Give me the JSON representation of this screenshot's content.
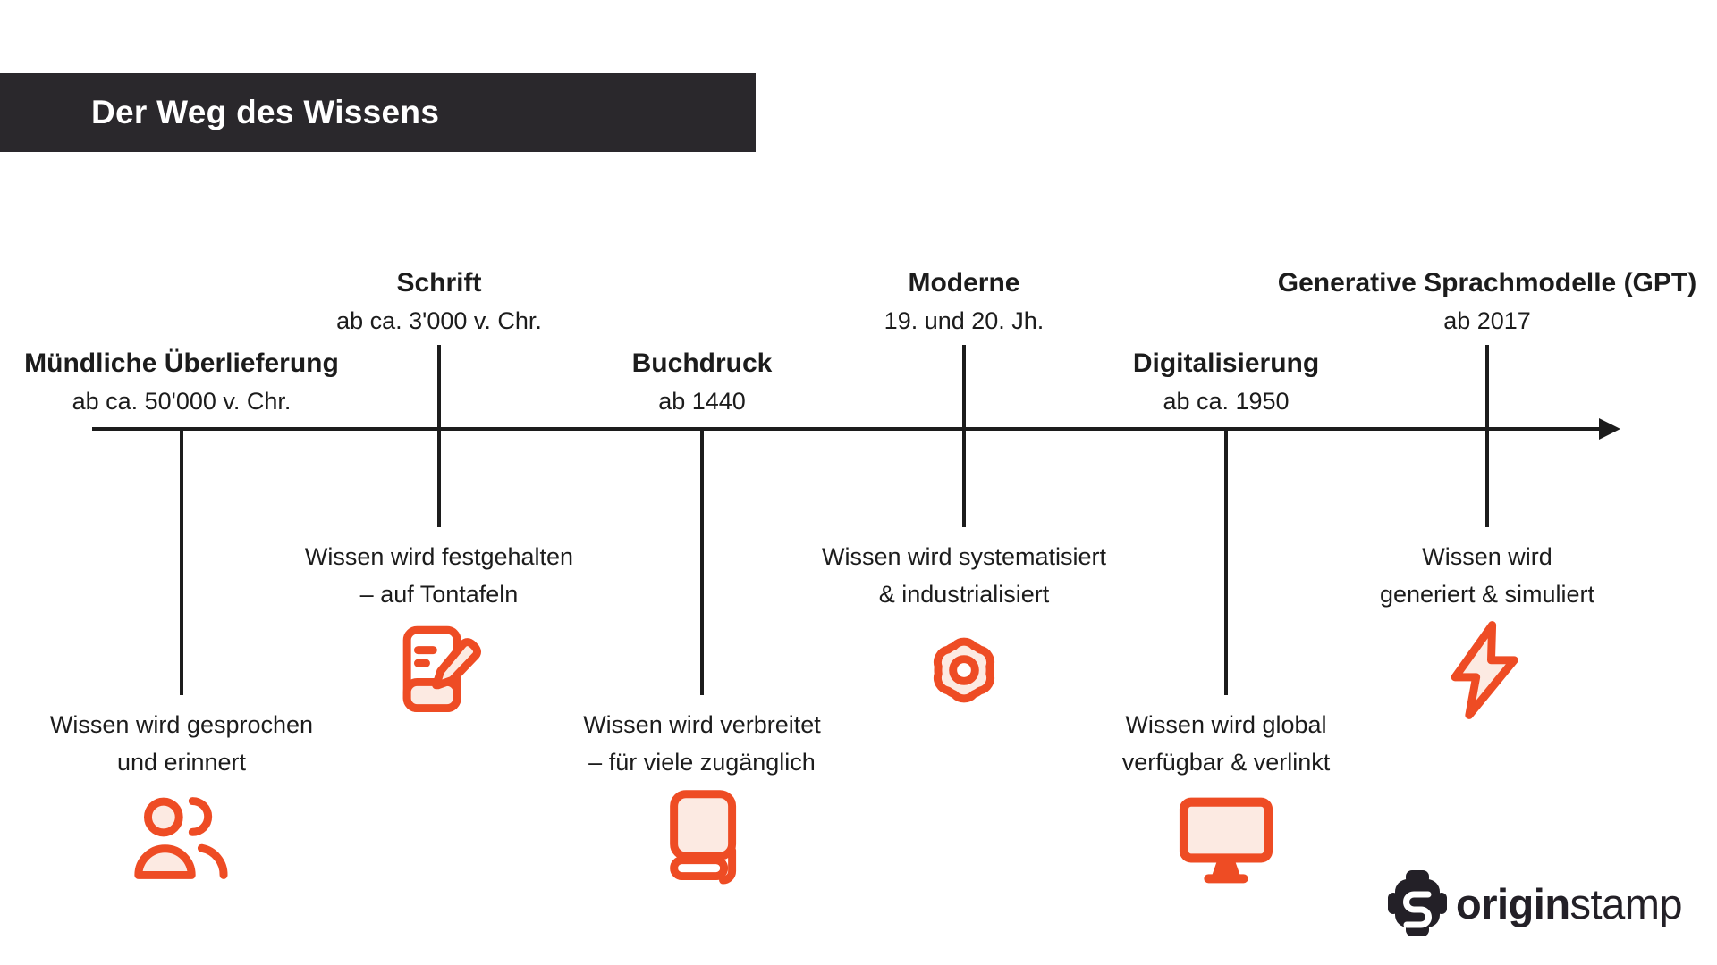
{
  "banner": {
    "title": "Der Weg des Wissens"
  },
  "timeline": {
    "milestones": [
      {
        "title": "Mündliche Überlieferung",
        "date": "ab ca. 50'000 v. Chr.",
        "desc1": "Wissen wird gesprochen",
        "desc2": "und erinnert",
        "icon": "people-icon",
        "position": "low"
      },
      {
        "title": "Schrift",
        "date": "ab ca. 3'000 v. Chr.",
        "desc1": "Wissen wird festgehalten",
        "desc2": "– auf Tontafeln",
        "icon": "writing-tablet-icon",
        "position": "high"
      },
      {
        "title": "Buchdruck",
        "date": "ab 1440",
        "desc1": "Wissen wird verbreitet",
        "desc2": "– für viele zugänglich",
        "icon": "book-icon",
        "position": "low"
      },
      {
        "title": "Moderne",
        "date": "19. und 20. Jh.",
        "desc1": "Wissen wird systematisiert",
        "desc2": "& industrialisiert",
        "icon": "gear-icon",
        "position": "high"
      },
      {
        "title": "Digitalisierung",
        "date": "ab ca. 1950",
        "desc1": "Wissen wird global",
        "desc2": "verfügbar & verlinkt",
        "icon": "monitor-icon",
        "position": "low"
      },
      {
        "title": "Generative Sprachmodelle (GPT)",
        "date": "ab 2017",
        "desc1": "Wissen wird",
        "desc2": "generiert & simuliert",
        "icon": "lightning-icon",
        "position": "high"
      }
    ]
  },
  "logo": {
    "brand_bold": "origin",
    "brand_regular": "stamp"
  },
  "colors": {
    "accent_orange": "#EE4C24",
    "accent_fill": "#FCEAE2",
    "banner_bg": "#2A282C",
    "text_ink": "#1C1C1C",
    "logo_ink": "#232027"
  }
}
